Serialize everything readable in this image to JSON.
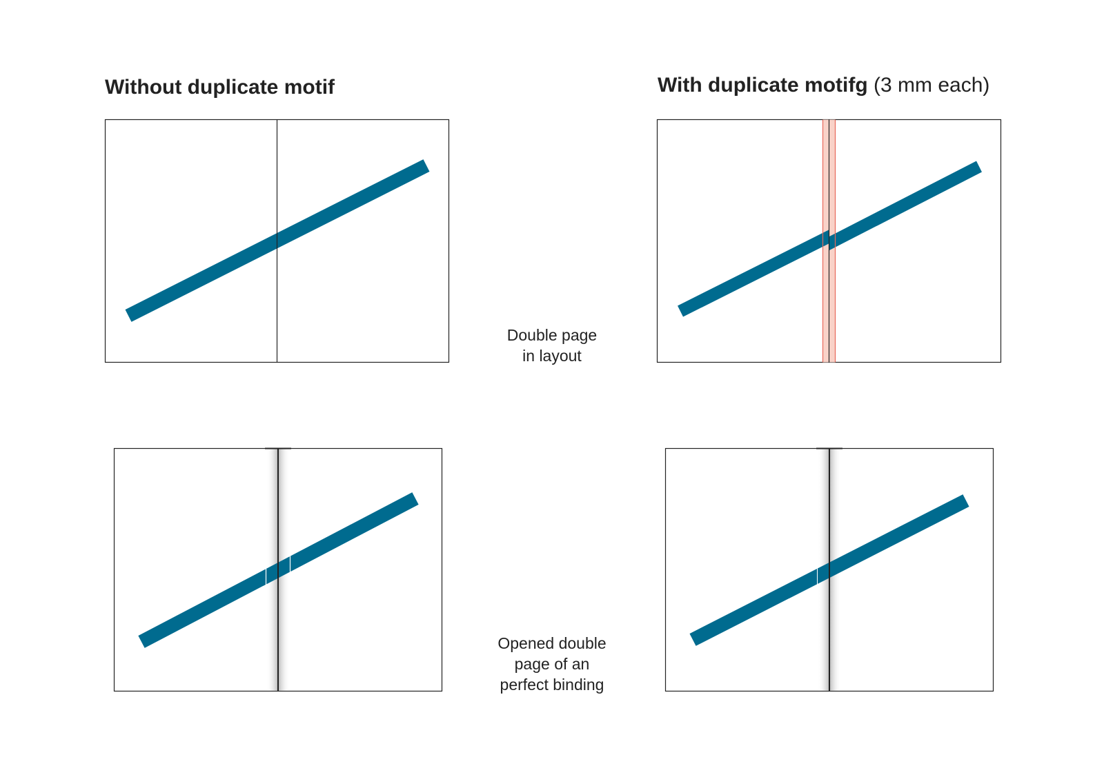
{
  "headings": {
    "left": "Without duplicate motif",
    "right_bold": "With duplicate motifg",
    "right_light": "(3 mm each)"
  },
  "captions": {
    "layout": [
      "Double page",
      "in layout"
    ],
    "opened": [
      "Opened double",
      "page of an",
      "perfect binding"
    ]
  },
  "colors": {
    "stripe": "#006b8f",
    "bleed_fill": "#f9d2c8",
    "bleed_line": "#e8685a",
    "frame": "#222222",
    "heading_text": "#222222"
  }
}
